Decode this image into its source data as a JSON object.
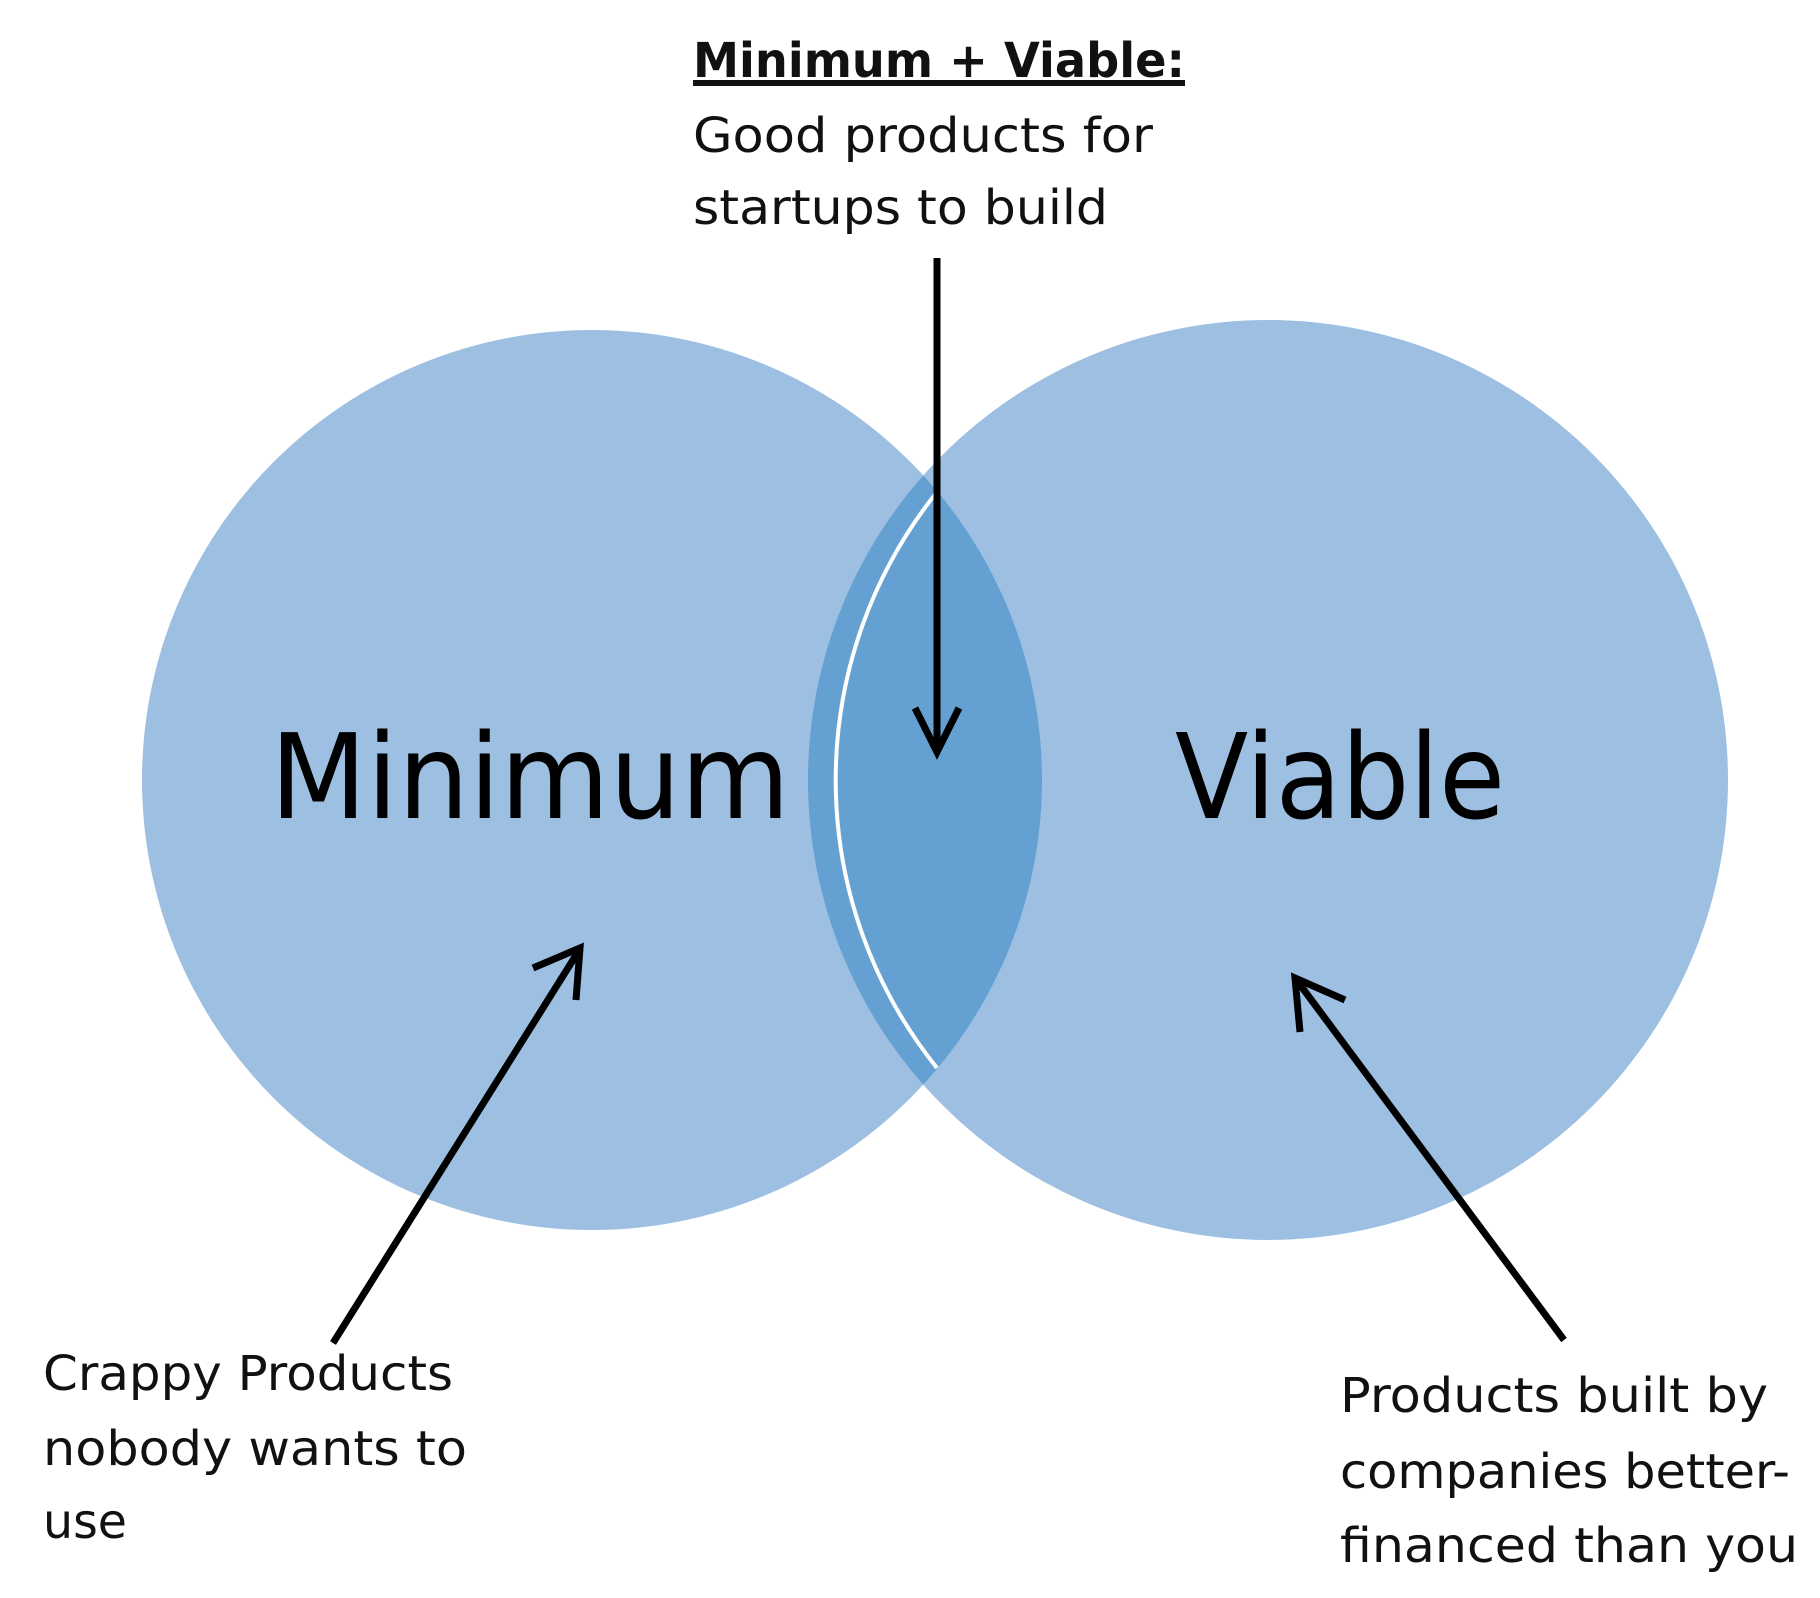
{
  "colors": {
    "circle_fill": "#9DBFE1",
    "overlap_fill": "#65A0D2",
    "overlap_border": "#ffffff",
    "arrow": "#000000",
    "text": "#111111"
  },
  "circles": {
    "left_label": "Minimum",
    "right_label": "Viable"
  },
  "annotations": {
    "overlap": {
      "heading": "Minimum + Viable:",
      "line1": "Good products for",
      "line2": "startups to build"
    },
    "minimum": {
      "line1": "Crappy Products",
      "line2": "nobody wants to",
      "line3": "use"
    },
    "viable": {
      "line1": "Products built by",
      "line2": "companies better-",
      "line3": "financed than you"
    }
  }
}
